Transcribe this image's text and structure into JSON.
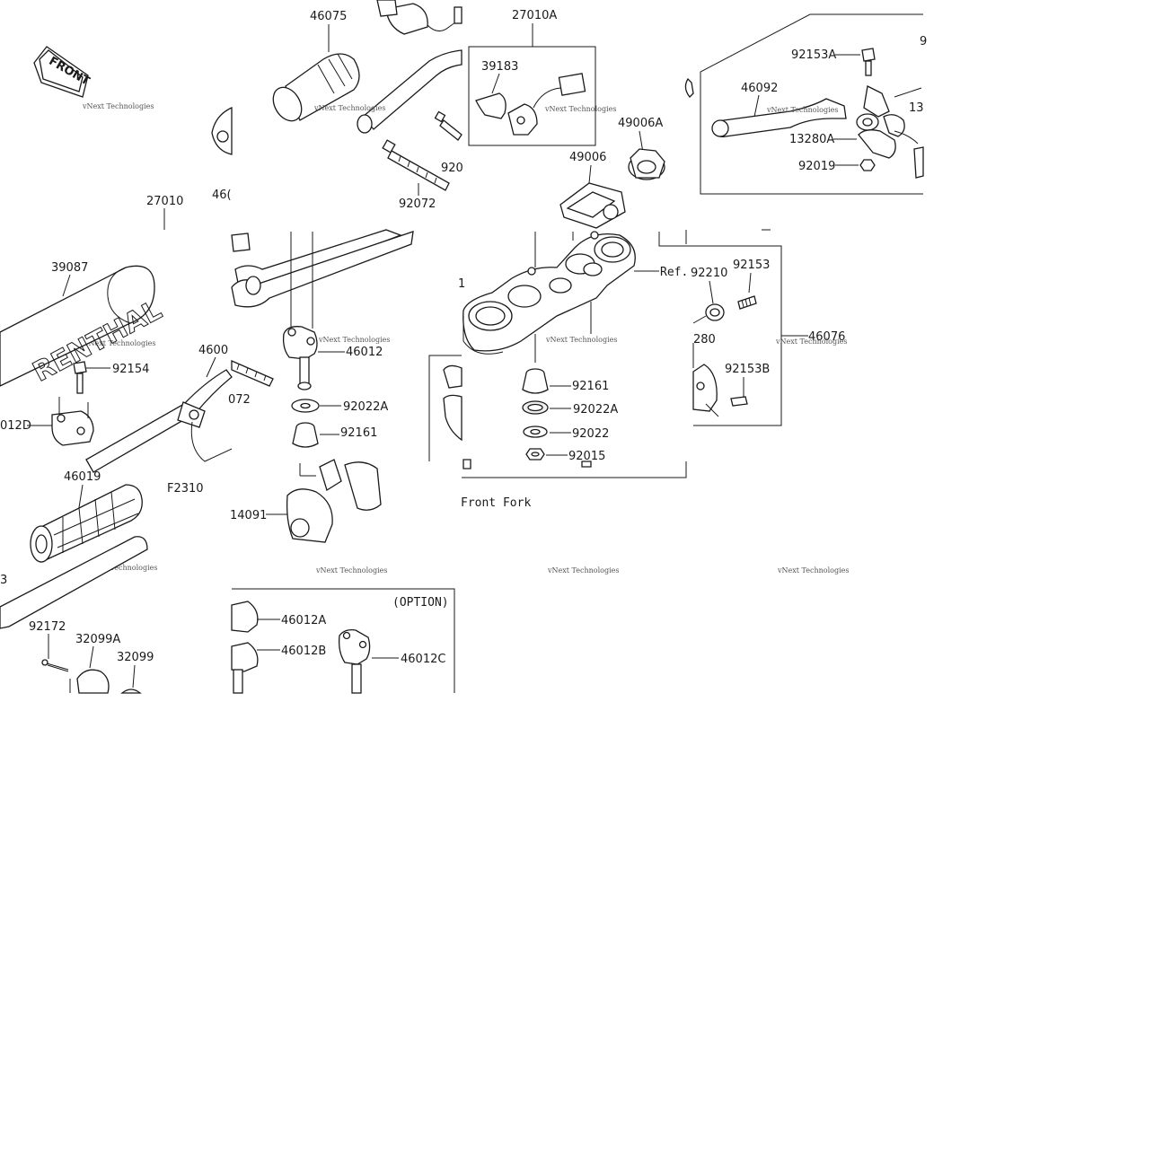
{
  "diagram": {
    "front_label": "FRONT",
    "figure_code": "F2310",
    "option_label": "(OPTION)",
    "ref_label": "Ref.",
    "front_fork_label": "Front Fork",
    "watermark": "vNext Technologies",
    "brand_text": "RENTHAL",
    "part_numbers": {
      "p46075": "46075",
      "p27010A": "27010A",
      "p39183": "39183",
      "p92153A": "92153A",
      "p46092": "46092",
      "p13280A": "13280A",
      "p92019": "92019",
      "p49006A": "49006A",
      "p49006": "49006",
      "p92072": "92072",
      "p27010": "27010",
      "p39087": "39087",
      "p92154": "92154",
      "p46012": "46012",
      "p92022A": "92022A",
      "p92161": "92161",
      "p46019": "46019",
      "p14091": "14091",
      "p92210": "92210",
      "p92153": "92153",
      "p46076": "46076",
      "p92153B": "92153B",
      "p92022": "92022",
      "p92015": "92015",
      "p46012A": "46012A",
      "p46012B": "46012B",
      "p46012C": "46012C",
      "p92172": "92172",
      "p32099A": "32099A",
      "p32099": "32099"
    },
    "partial_labels": {
      "l46003": "4600",
      "l46x": "46(",
      "l072": "072",
      "l920": "920",
      "l012D": "012D",
      "l280": "280",
      "l13": "13",
      "l9": "9",
      "l3": "3",
      "l1": "1"
    }
  }
}
